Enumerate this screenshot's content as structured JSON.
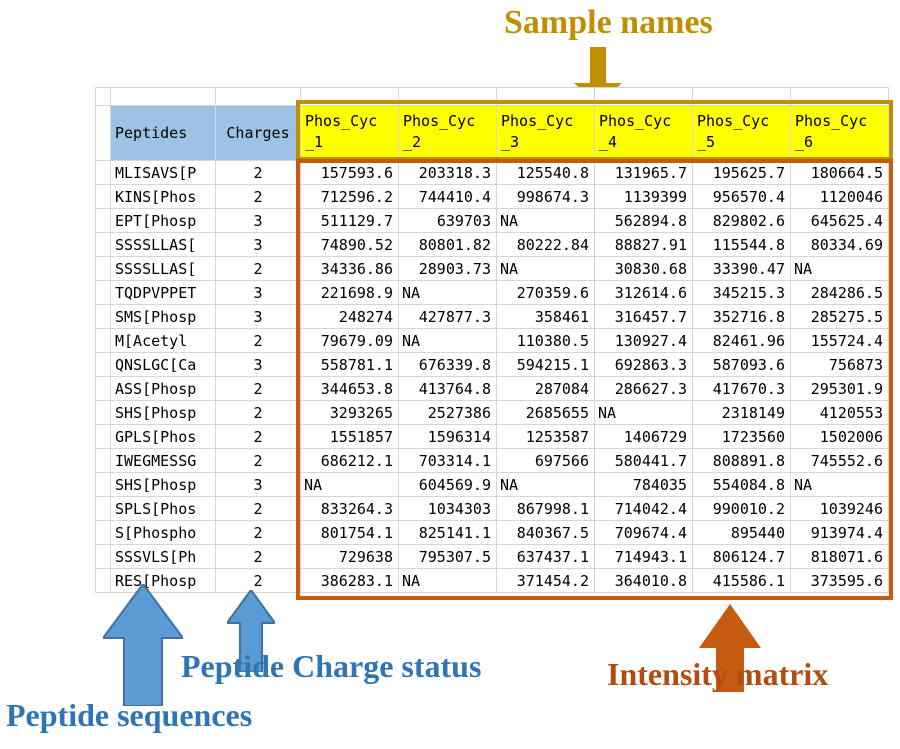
{
  "annotations": {
    "sample_names": {
      "label": "Sample names",
      "color": "#bf8f00"
    },
    "peptide_charge_status": {
      "label": "Peptide Charge status",
      "color": "#2e75b6"
    },
    "peptide_sequences": {
      "label": "Peptide sequences",
      "color": "#2e75b6"
    },
    "intensity_matrix": {
      "label": "Intensity matrix",
      "color": "#b14d12"
    }
  },
  "colors": {
    "header_blue": "#9cc2e5",
    "header_yellow": "#ffff00",
    "yellow_border": "#bf8f00",
    "orange_border": "#c55a11",
    "blue_arrow_fill": "#5b9bd5",
    "blue_arrow_stroke": "#41719c",
    "gridline": "#d6d6d6"
  },
  "table": {
    "header": {
      "peptides": "Peptides",
      "charges": "Charges",
      "samples": [
        {
          "name": "Phos_Cyc",
          "suffix": "_1"
        },
        {
          "name": "Phos_Cyc",
          "suffix": "_2"
        },
        {
          "name": "Phos_Cyc",
          "suffix": "_3"
        },
        {
          "name": "Phos_Cyc",
          "suffix": "_4"
        },
        {
          "name": "Phos_Cyc",
          "suffix": "_5"
        },
        {
          "name": "Phos_Cyc",
          "suffix": "_6"
        }
      ]
    },
    "rows": [
      {
        "peptide": "MLISAVS[P",
        "charge": "2",
        "values": [
          "157593.6",
          "203318.3",
          "125540.8",
          "131965.7",
          "195625.7",
          "180664.5"
        ]
      },
      {
        "peptide": "KINS[Phos",
        "charge": "2",
        "values": [
          "712596.2",
          "744410.4",
          "998674.3",
          "1139399",
          "956570.4",
          "1120046"
        ]
      },
      {
        "peptide": "EPT[Phosp",
        "charge": "3",
        "values": [
          "511129.7",
          "639703",
          "NA",
          "562894.8",
          "829802.6",
          "645625.4"
        ]
      },
      {
        "peptide": "SSSSLLAS[",
        "charge": "3",
        "values": [
          "74890.52",
          "80801.82",
          "80222.84",
          "88827.91",
          "115544.8",
          "80334.69"
        ]
      },
      {
        "peptide": "SSSSLLAS[",
        "charge": "2",
        "values": [
          "34336.86",
          "28903.73",
          "NA",
          "30830.68",
          "33390.47",
          "NA"
        ]
      },
      {
        "peptide": "TQDPVPPET",
        "charge": "3",
        "values": [
          "221698.9",
          "NA",
          "270359.6",
          "312614.6",
          "345215.3",
          "284286.5"
        ]
      },
      {
        "peptide": "SMS[Phosp",
        "charge": "3",
        "values": [
          "248274",
          "427877.3",
          "358461",
          "316457.7",
          "352716.8",
          "285275.5"
        ]
      },
      {
        "peptide": "M[Acetyl",
        "charge": "2",
        "values": [
          "79679.09",
          "NA",
          "110380.5",
          "130927.4",
          "82461.96",
          "155724.4"
        ]
      },
      {
        "peptide": "QNSLGC[Ca",
        "charge": "3",
        "values": [
          "558781.1",
          "676339.8",
          "594215.1",
          "692863.3",
          "587093.6",
          "756873"
        ]
      },
      {
        "peptide": "ASS[Phosp",
        "charge": "2",
        "values": [
          "344653.8",
          "413764.8",
          "287084",
          "286627.3",
          "417670.3",
          "295301.9"
        ]
      },
      {
        "peptide": "SHS[Phosp",
        "charge": "2",
        "values": [
          "3293265",
          "2527386",
          "2685655",
          "NA",
          "2318149",
          "4120553"
        ]
      },
      {
        "peptide": "GPLS[Phos",
        "charge": "2",
        "values": [
          "1551857",
          "1596314",
          "1253587",
          "1406729",
          "1723560",
          "1502006"
        ]
      },
      {
        "peptide": "IWEGMESSG",
        "charge": "2",
        "values": [
          "686212.1",
          "703314.1",
          "697566",
          "580441.7",
          "808891.8",
          "745552.6"
        ]
      },
      {
        "peptide": "SHS[Phosp",
        "charge": "3",
        "values": [
          "NA",
          "604569.9",
          "NA",
          "784035",
          "554084.8",
          "NA"
        ]
      },
      {
        "peptide": "SPLS[Phos",
        "charge": "2",
        "values": [
          "833264.3",
          "1034303",
          "867998.1",
          "714042.4",
          "990010.2",
          "1039246"
        ]
      },
      {
        "peptide": "S[Phospho",
        "charge": "2",
        "values": [
          "801754.1",
          "825141.1",
          "840367.5",
          "709674.4",
          "895440",
          "913974.4"
        ]
      },
      {
        "peptide": "SSSVLS[Ph",
        "charge": "2",
        "values": [
          "729638",
          "795307.5",
          "637437.1",
          "714943.1",
          "806124.7",
          "818071.6"
        ]
      },
      {
        "peptide": "RES[Phosp",
        "charge": "2",
        "values": [
          "386283.1",
          "NA",
          "371454.2",
          "364010.8",
          "415586.1",
          "373595.6"
        ]
      }
    ]
  }
}
